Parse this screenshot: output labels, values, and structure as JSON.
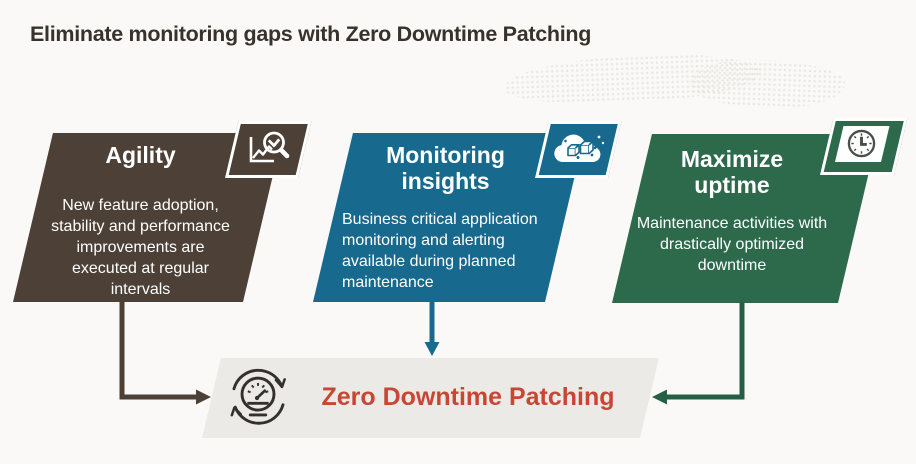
{
  "title": "Eliminate monitoring gaps with Zero Downtime Patching",
  "panels": [
    {
      "title": "Agility",
      "body": "New feature adoption,\nstability and performance\nimprovements are\nexecuted at regular\nintervals",
      "color": "#4D4036",
      "icon": "chart-magnifier-icon"
    },
    {
      "title": "Monitoring\ninsights",
      "body": "Business critical application\nmonitoring and alerting\navailable during planned\nmaintenance",
      "color": "#17698E",
      "icon": "cloud-packages-icon"
    },
    {
      "title": "Maximize\nuptime",
      "body": "Maintenance activities with\ndrastically optimized\ndowntime",
      "color": "#2C6A4B",
      "icon": "clock-icon"
    }
  ],
  "result": {
    "label": "Zero Downtime Patching",
    "label_color": "#C74634",
    "background": "#EBEAE7",
    "icon": "gauge-refresh-icon"
  },
  "colors": {
    "page_background": "#FAF9F7",
    "title_text": "#38322D",
    "panel_text": "#FFFFFF",
    "arrow_brown": "#4D4036",
    "arrow_blue": "#17698E",
    "arrow_green": "#266044",
    "gauge_icon": "#35302C"
  }
}
